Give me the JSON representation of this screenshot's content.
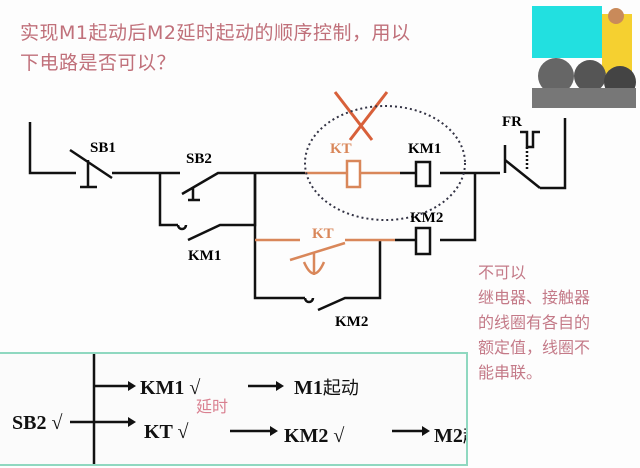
{
  "title": {
    "line1": "实现M1起动后M2延时起动的顺序控制，用以",
    "line2": "下电路是否可以？"
  },
  "circuit": {
    "sb1": "SB1",
    "sb2": "SB2",
    "km1_contact": "KM1",
    "kt_coil": "KT",
    "km1_coil": "KM1",
    "km2_coil": "KM2",
    "kt_contact": "KT",
    "km2_contact": "KM2",
    "fr": "FR"
  },
  "note": {
    "lines": [
      "不可以",
      "继电器、接触器",
      "的线圈有各自的",
      "额定值，线圈不",
      "能串联。"
    ]
  },
  "flow": {
    "start": "SB2 √",
    "km1": "KM1 √",
    "m1": "M1",
    "m1_action": "起动",
    "kt": "KT √",
    "delay": "延时",
    "km2": "KM2 √",
    "m2": "M2",
    "m2_action": "起动"
  },
  "colors": {
    "title": "#c0707a",
    "orange": "#d9875a",
    "cross": "#d8603a",
    "box_border": "#8fd8c0"
  }
}
